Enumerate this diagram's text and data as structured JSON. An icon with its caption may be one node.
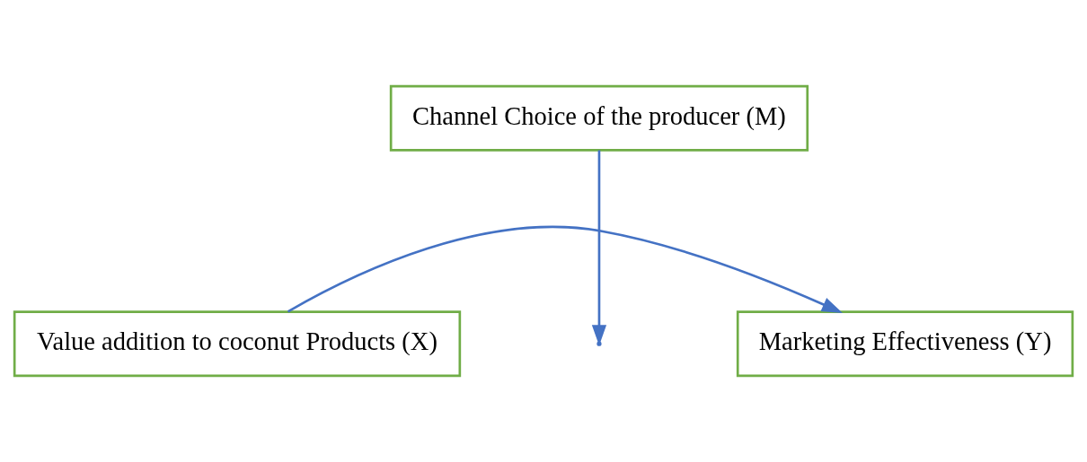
{
  "diagram": {
    "nodes": [
      {
        "text": [
          "Channel Choice of the producer (M)"
        ]
      },
      {
        "text": [
          "Value addition to coconut Products (X)"
        ]
      },
      {
        "text": [
          "Marketing Effectiveness (Y)"
        ]
      }
    ],
    "edges": [
      {
        "from": 0,
        "to": null,
        "arrow": "to"
      },
      {
        "from": 1,
        "to": 2,
        "arrow": "to"
      }
    ]
  }
}
